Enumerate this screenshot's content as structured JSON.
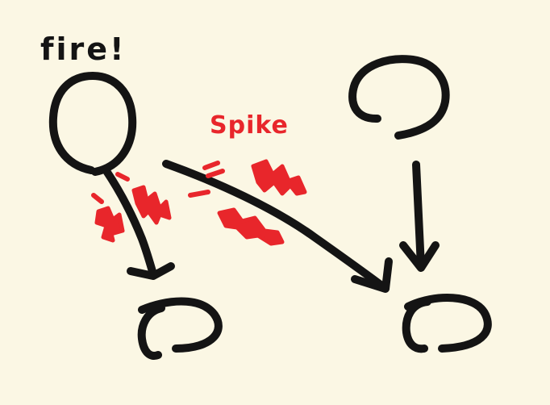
{
  "labels": {
    "fire": "fire!",
    "spike": "Spike"
  },
  "colors": {
    "background": "#fbf7e4",
    "ink": "#141414",
    "spike": "#e8262b"
  },
  "nodes": [
    {
      "id": "firing-neuron",
      "state": "firing"
    },
    {
      "id": "neuron-top-right"
    },
    {
      "id": "neuron-bottom-left"
    },
    {
      "id": "neuron-bottom-right"
    }
  ],
  "connections": [
    {
      "from": "firing-neuron",
      "to": "neuron-bottom-left",
      "carries_spike": true
    },
    {
      "from": "firing-neuron",
      "to": "neuron-bottom-right",
      "carries_spike": true
    },
    {
      "from": "neuron-top-right",
      "to": "neuron-bottom-right",
      "carries_spike": false
    }
  ]
}
